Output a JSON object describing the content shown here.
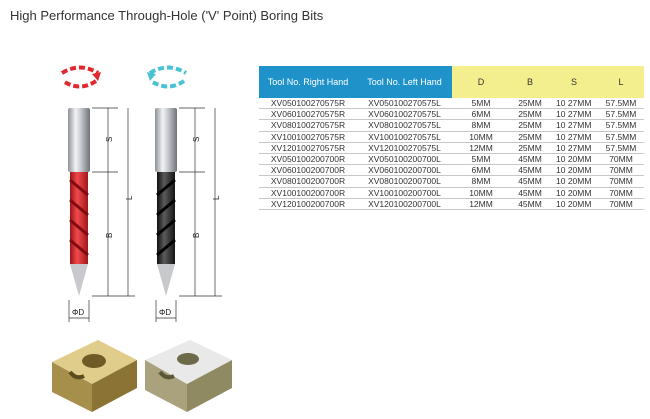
{
  "title": "High Performance  Through-Hole ('V' Point) Boring Bits",
  "diagram": {
    "label_s": "S",
    "label_l": "L",
    "label_b": "B",
    "label_d": "ΦD",
    "colors": {
      "red_bit": "#d9262b",
      "black_bit": "#2a2a2a",
      "red_arrow": "#e0282e",
      "cyan_arrow": "#49c3cf"
    }
  },
  "table": {
    "headers": [
      "Tool No. Right Hand",
      "Tool No. Left Hand",
      "D",
      "B",
      "S",
      "L"
    ],
    "header_colors": {
      "blue": "#1f93c9",
      "yellow": "#f4ef8e"
    },
    "rows": [
      [
        "XV050100270575R",
        "XV050100270575L",
        "5MM",
        "25MM",
        "10   27MM",
        "57.5MM"
      ],
      [
        "XV060100270575R",
        "XV060100270575L",
        "6MM",
        "25MM",
        "10   27MM",
        "57.5MM"
      ],
      [
        "XV080100270575R",
        "XV080100270575L",
        "8MM",
        "25MM",
        "10   27MM",
        "57.5MM"
      ],
      [
        "XV100100270575R",
        "XV100100270575L",
        "10MM",
        "25MM",
        "10   27MM",
        "57.5MM"
      ],
      [
        "XV120100270575R",
        "XV120100270575L",
        "12MM",
        "25MM",
        "10   27MM",
        "57.5MM"
      ],
      [
        "XV050100200700R",
        "XV050100200700L",
        "5MM",
        "45MM",
        "10   20MM",
        "70MM"
      ],
      [
        "XV060100200700R",
        "XV060100200700L",
        "6MM",
        "45MM",
        "10   20MM",
        "70MM"
      ],
      [
        "XV080100200700R",
        "XV080100200700L",
        "8MM",
        "45MM",
        "10   20MM",
        "70MM"
      ],
      [
        "XV100100200700R",
        "XV100100200700L",
        "10MM",
        "45MM",
        "10   20MM",
        "70MM"
      ],
      [
        "XV120100200700R",
        "XV120100200700L",
        "12MM",
        "45MM",
        "10   20MM",
        "70MM"
      ]
    ]
  }
}
